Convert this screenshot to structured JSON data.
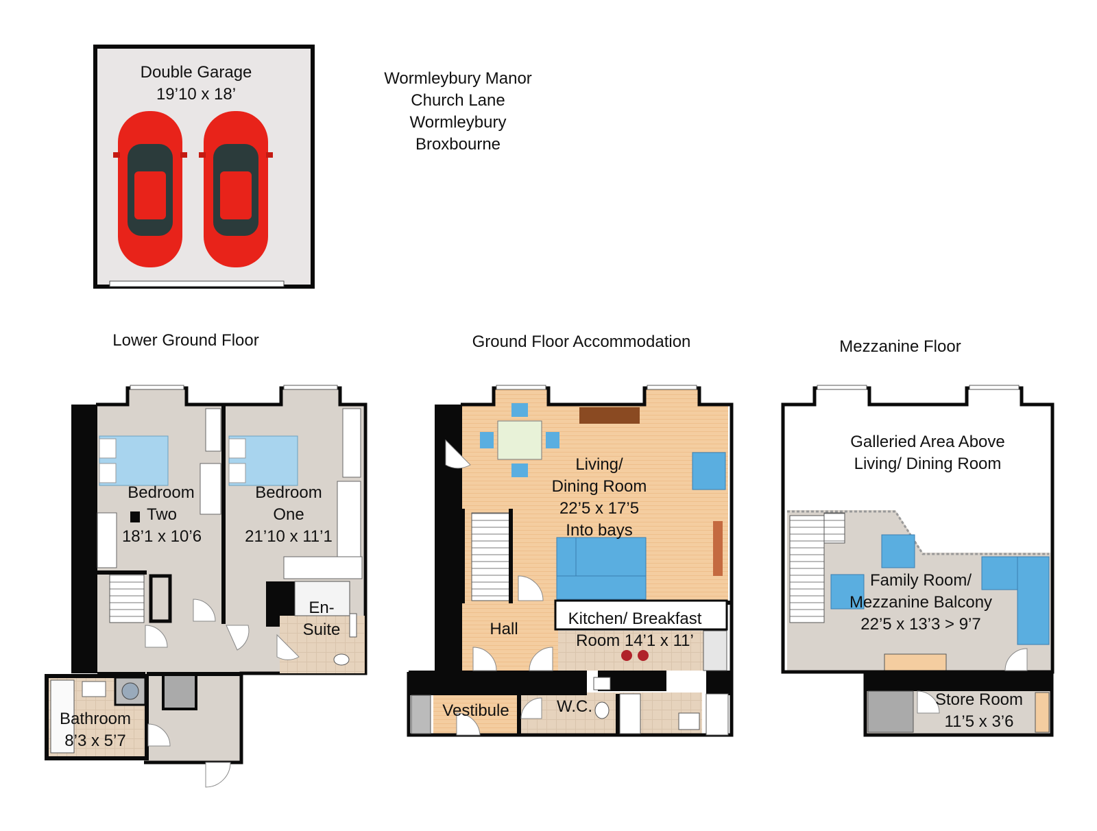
{
  "address": {
    "line1": "Wormleybury Manor",
    "line2": "Church Lane",
    "line3": "Wormleybury",
    "line4": "Broxbourne"
  },
  "garage": {
    "name": "Double Garage",
    "size": "19’10 x 18’"
  },
  "floors": {
    "lower": "Lower Ground Floor",
    "ground": "Ground Floor Accommodation",
    "mezzanine": "Mezzanine Floor"
  },
  "rooms": {
    "bedroom_two": {
      "l1": "Bedroom",
      "l2": "Two",
      "size": "18’1 x 10’6"
    },
    "bedroom_one": {
      "l1": "Bedroom",
      "l2": "One",
      "size": "21’10 x 11’1"
    },
    "ensuite": {
      "l1": "En-",
      "l2": "Suite"
    },
    "bathroom": {
      "name": "Bathroom",
      "size": "8’3 x 5’7"
    },
    "living": {
      "l1": "Living/",
      "l2": "Dining Room",
      "size": "22’5 x 17’5",
      "note": "Into bays"
    },
    "hall": "Hall",
    "kitchen": {
      "l1": "Kitchen/ Breakfast",
      "l2": "Room 14’1 x 11’"
    },
    "vestibule": "Vestibule",
    "wc": "W.C.",
    "galleried": {
      "l1": "Galleried Area Above",
      "l2": "Living/ Dining Room"
    },
    "family": {
      "l1": "Family Room/",
      "l2": "Mezzanine Balcony",
      "size": "22’5 x 13’3 > 9’7"
    },
    "store": {
      "name": "Store Room",
      "size": "11’5 x 3’6"
    }
  },
  "colors": {
    "wall": "#0a0a0a",
    "floor_grey": "#d9d3cc",
    "floor_wood": "#f2c99a",
    "tile": "#dcc8b2",
    "car": "#e8231a",
    "furniture_blue": "#5aaee0",
    "bed_blue": "#a8d4ee"
  }
}
